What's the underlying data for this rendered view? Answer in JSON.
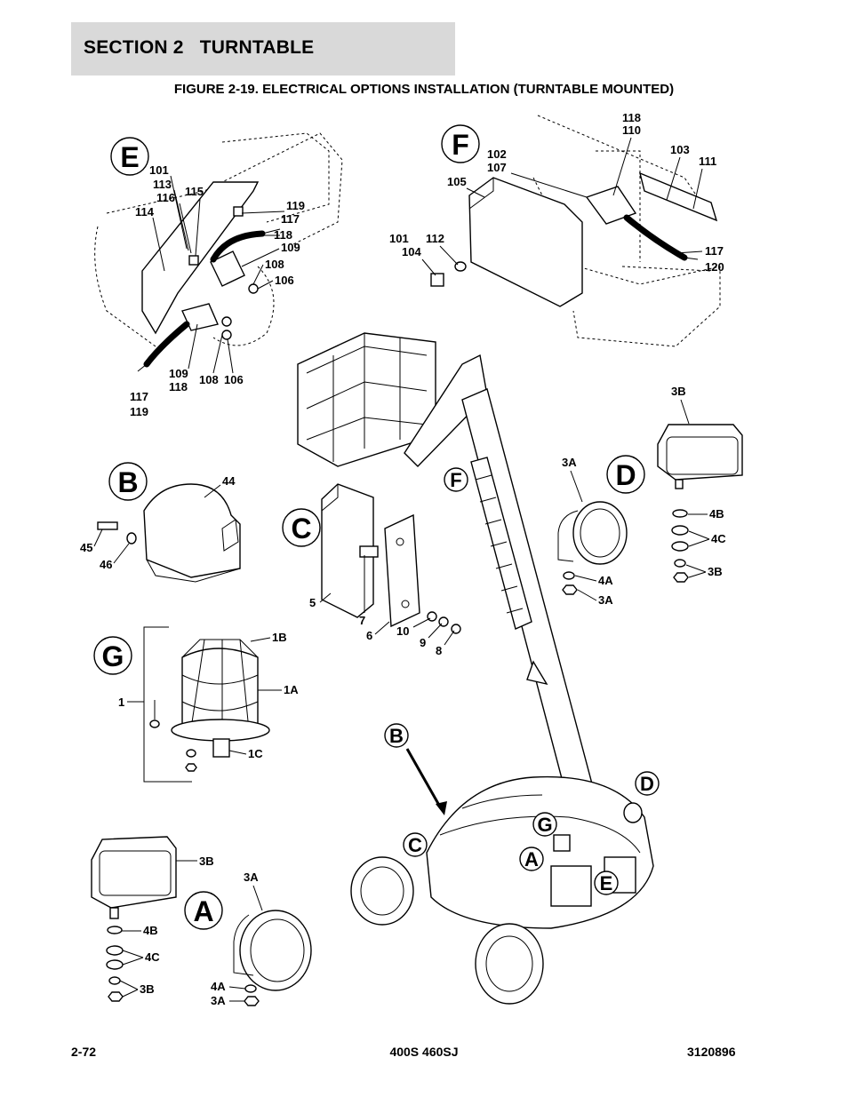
{
  "header": {
    "section_label": "SECTION 2   TURNTABLE",
    "figure_title": "FIGURE 2-19. ELECTRICAL OPTIONS INSTALLATION (TURNTABLE MOUNTED)"
  },
  "footer": {
    "page_number": "2-72",
    "model": "400S 460SJ",
    "part_number": "3120896"
  },
  "views": {
    "E": "E",
    "F": "F",
    "B": "B",
    "C": "C",
    "D": "D",
    "G": "G",
    "A": "A"
  },
  "machine_markers": {
    "F": "F",
    "B": "B",
    "C": "C",
    "D": "D",
    "G": "G",
    "A": "A",
    "E": "E"
  },
  "callouts": {
    "e_101": "101",
    "e_113": "113",
    "e_116": "116",
    "e_115": "115",
    "e_114": "114",
    "e_119a": "119",
    "e_117a": "117",
    "e_118a": "118",
    "e_109a": "109",
    "e_108a": "108",
    "e_106a": "106",
    "e_109b": "109",
    "e_118b": "118",
    "e_108b": "108",
    "e_106b": "106",
    "e_117b": "117",
    "e_119b": "119",
    "f_118": "118",
    "f_110": "110",
    "f_102": "102",
    "f_107": "107",
    "f_103": "103",
    "f_111": "111",
    "f_105": "105",
    "f_101": "101",
    "f_112": "112",
    "f_104": "104",
    "f_117": "117",
    "f_120": "120",
    "b_44": "44",
    "b_45": "45",
    "b_46": "46",
    "c_5": "5",
    "c_7": "7",
    "c_6": "6",
    "c_10": "10",
    "c_9": "9",
    "c_8": "8",
    "d_3b_top": "3B",
    "d_3a_top": "3A",
    "d_4b": "4B",
    "d_4c": "4C",
    "d_3b_bot": "3B",
    "d_4a": "4A",
    "d_3a_bot": "3A",
    "g_1b": "1B",
    "g_1a": "1A",
    "g_1": "1",
    "g_1c": "1C",
    "a_3b_top": "3B",
    "a_3a_top": "3A",
    "a_4b": "4B",
    "a_4c": "4C",
    "a_3b_bot": "3B",
    "a_4a": "4A",
    "a_3a_bot": "3A"
  }
}
